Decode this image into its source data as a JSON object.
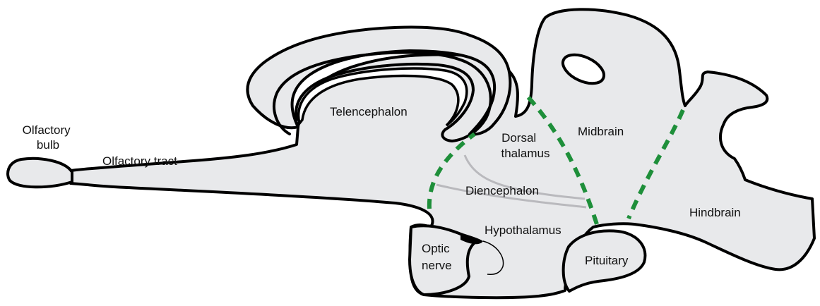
{
  "colors": {
    "background": "#ffffff",
    "tissue_fill": "#e8e9eb",
    "outline": "#000000",
    "boundary_dashes": "#1e8f3a",
    "diencephalon_lines": "#b9b9bd",
    "text": "#111111"
  },
  "labels": {
    "olfactory_bulb": [
      "Olfactory",
      "bulb"
    ],
    "olfactory_tract": "Olfactory tract",
    "telencephalon": "Telencephalon",
    "dorsal_thalamus": [
      "Dorsal",
      "thalamus"
    ],
    "midbrain": "Midbrain",
    "diencephalon": "Diencephalon",
    "hypothalamus": "Hypothalamus",
    "hindbrain": "Hindbrain",
    "optic_nerve": [
      "Optic",
      "nerve"
    ],
    "pituitary": "Pituitary"
  }
}
